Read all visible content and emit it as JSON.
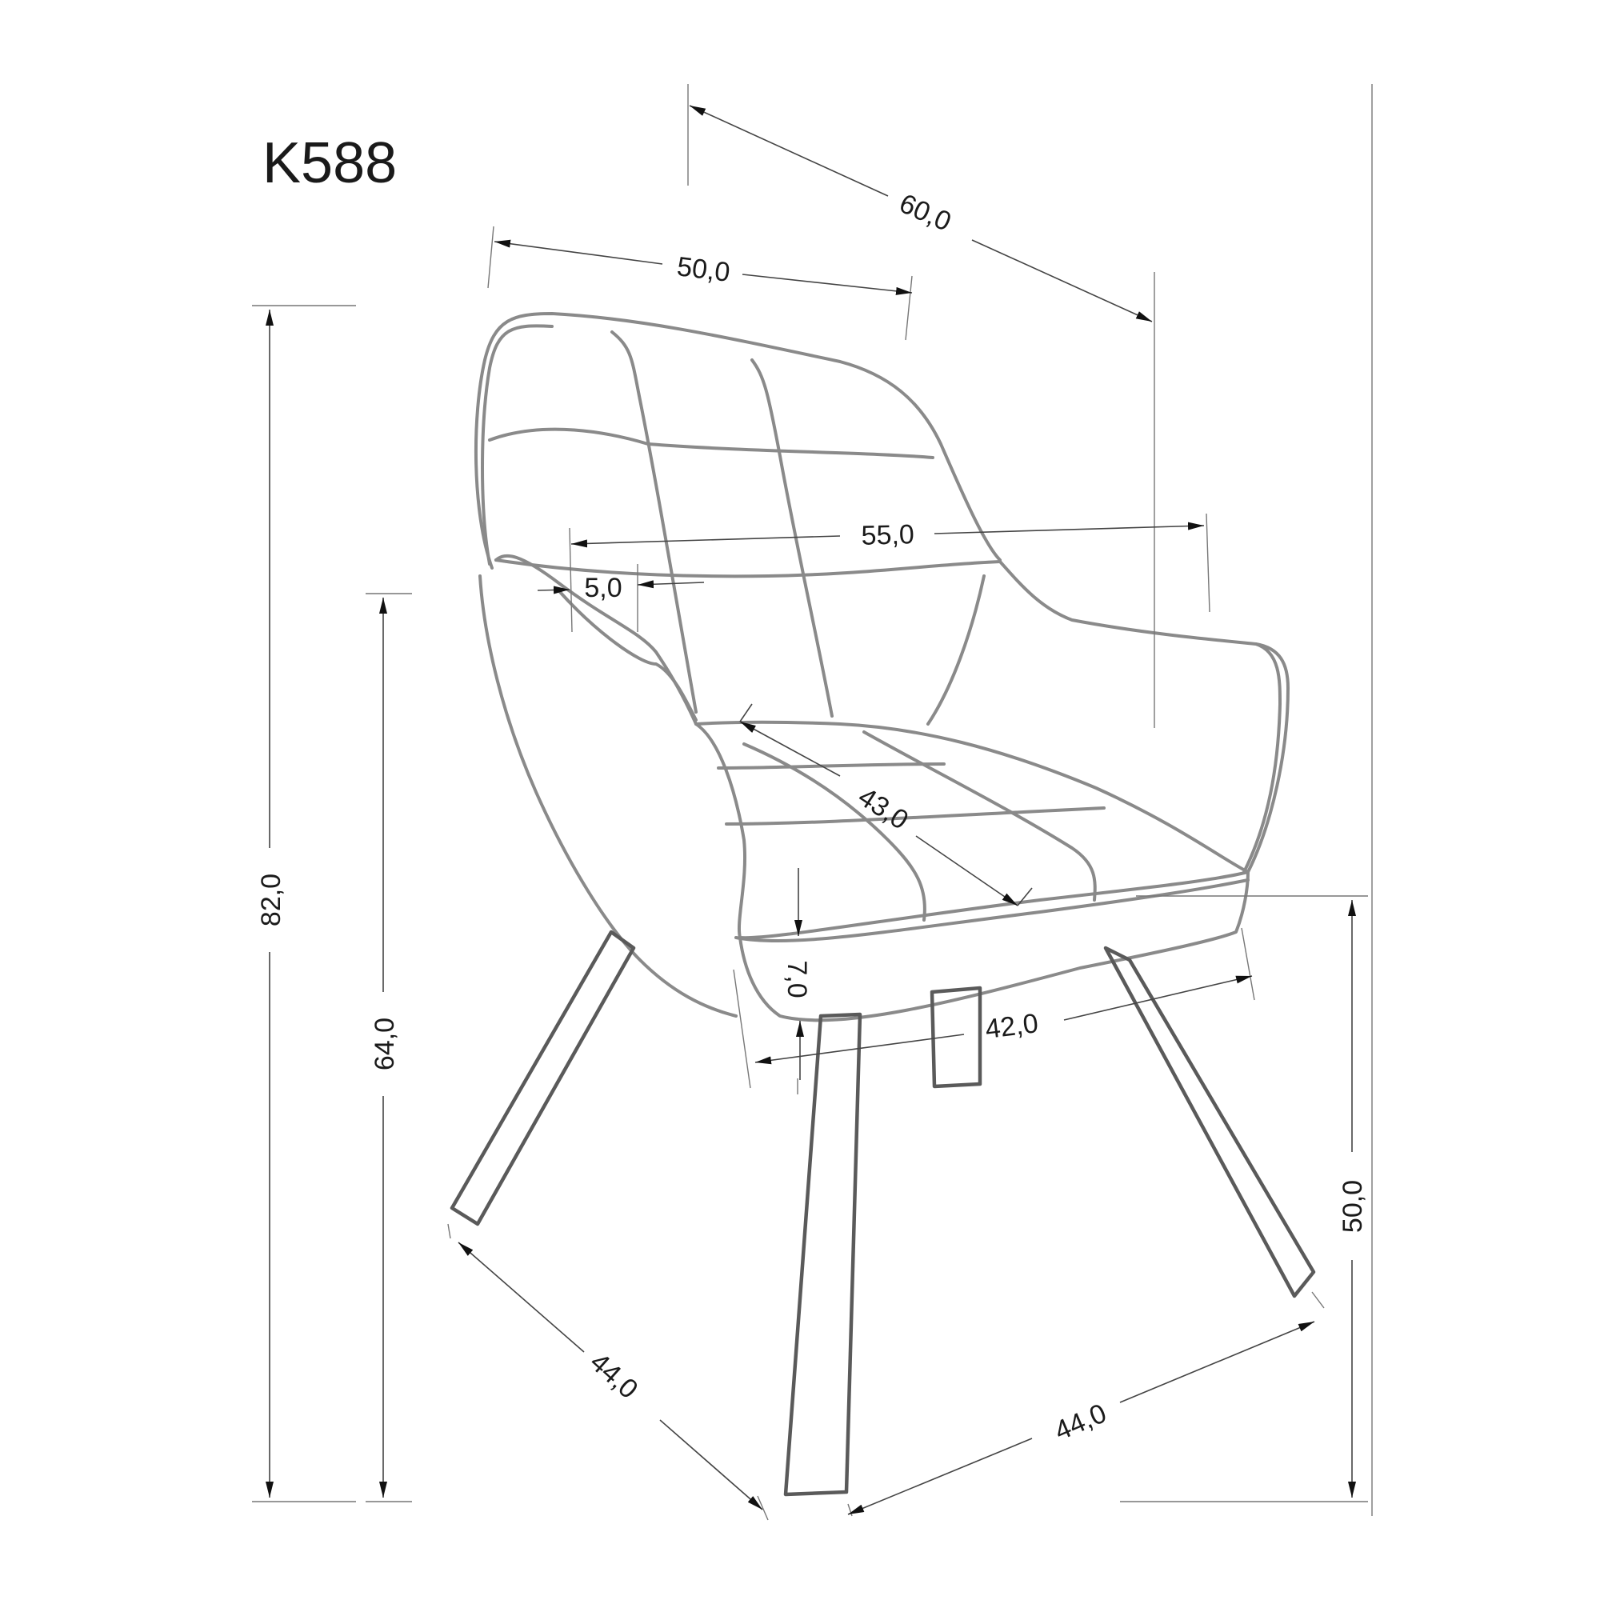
{
  "model": "K588",
  "dimensions": {
    "depth_total": "60,0",
    "width_backrest": "50,0",
    "width_armrests": "55,0",
    "armrest_thickness": "5,0",
    "seat_depth": "43,0",
    "seat_thickness": "7,0",
    "seat_width": "42,0",
    "height_total": "82,0",
    "armrest_height": "64,0",
    "seat_height": "50,0",
    "base_left": "44,0",
    "base_right": "44,0"
  },
  "colors": {
    "outline": "#8a8a8a",
    "dimension": "#444444",
    "text": "#1a1a1a"
  }
}
